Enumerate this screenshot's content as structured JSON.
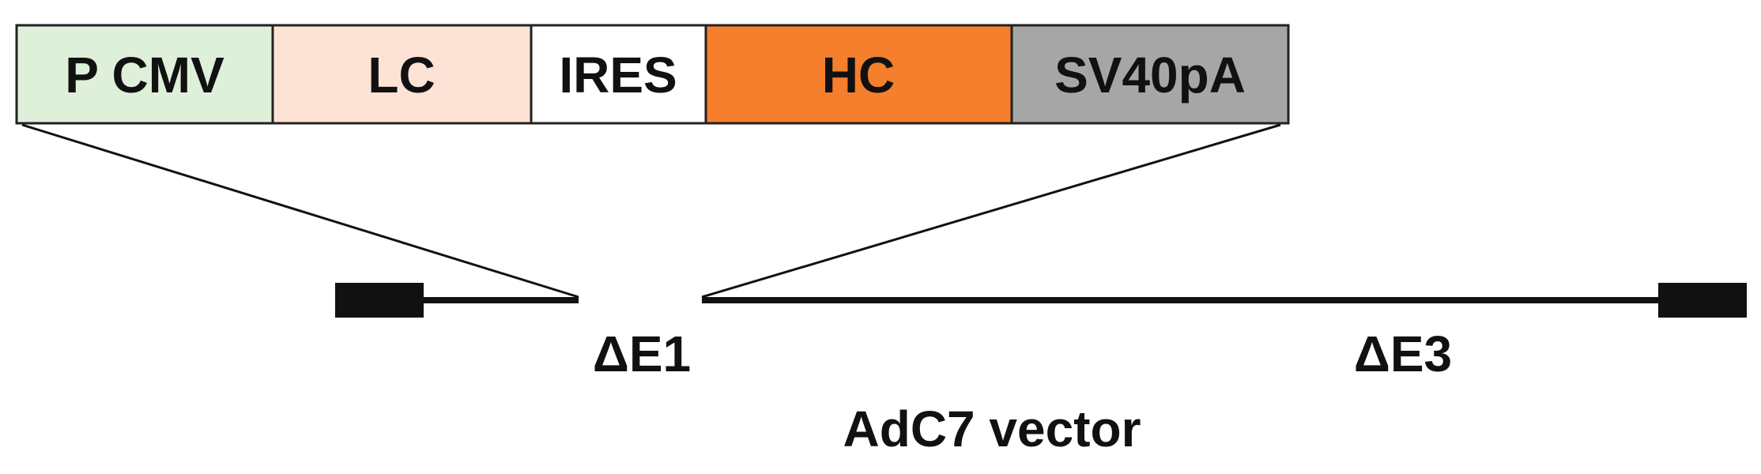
{
  "cassette": {
    "segments": [
      {
        "label": "P CMV",
        "color": "#dff0da"
      },
      {
        "label": "LC",
        "color": "#fde3d5"
      },
      {
        "label": "IRES",
        "color": "#ffffff"
      },
      {
        "label": "HC",
        "color": "#f57f2c"
      },
      {
        "label": "SV40pA",
        "color": "#a6a6a6"
      }
    ]
  },
  "genome": {
    "deletion_e1": "ΔE1",
    "deletion_e3": "ΔE3",
    "vector_name": "AdC7 vector"
  },
  "colors": {
    "line": "#111111",
    "border": "#222222"
  }
}
